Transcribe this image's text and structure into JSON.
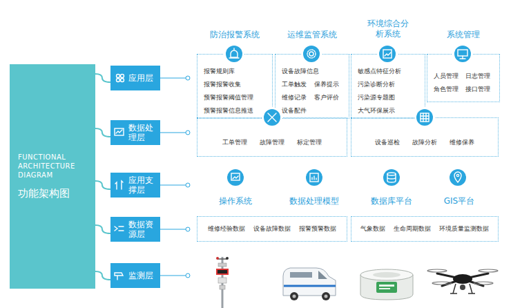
{
  "diagram": {
    "nodes": [
      {
        "text": [
          "FUNCTIONAL ARCHITECTURE DIAGRAM",
          "功能架构图"
        ]
      },
      {
        "text": [
          "应用层"
        ]
      },
      {
        "text": [
          "数据处理层"
        ]
      },
      {
        "text": [
          "应用支撑层"
        ]
      },
      {
        "text": [
          "数据资源层"
        ]
      },
      {
        "text": [
          "监测层"
        ]
      },
      {
        "text": [
          "防治报警系统",
          "报警规则库",
          "报警报警收集",
          "预警报警阈值管理",
          "预警报警信息推送"
        ]
      },
      {
        "text": [
          "运维监管系统",
          "设备故障信息",
          "工单触发",
          "保养提示",
          "维修记录",
          "客户评价",
          "设备配件"
        ]
      },
      {
        "text": [
          "环境综合分析系统",
          "敏感点特征分析",
          "污染诊断分析",
          "污染源专题图",
          "大气环保展示"
        ]
      },
      {
        "text": [
          "系统管理",
          "人员管理",
          "日志管理",
          "角色管理",
          "接口管理"
        ]
      },
      {
        "text": [
          "工单管理",
          "故障管理",
          "标定管理"
        ]
      },
      {
        "text": [
          "设备巡检",
          "故障分析",
          "维修保养"
        ]
      },
      {
        "text": [
          "维修经验数据",
          "设备故障数据",
          "报警预警数据"
        ]
      },
      {
        "text": [
          "气象数据",
          "生命周期数据",
          "环境质量监测数据"
        ]
      }
    ],
    "labels": [
      "操作系统",
      "数据处理模型",
      "数据库平台",
      "GIS平台"
    ]
  }
}
